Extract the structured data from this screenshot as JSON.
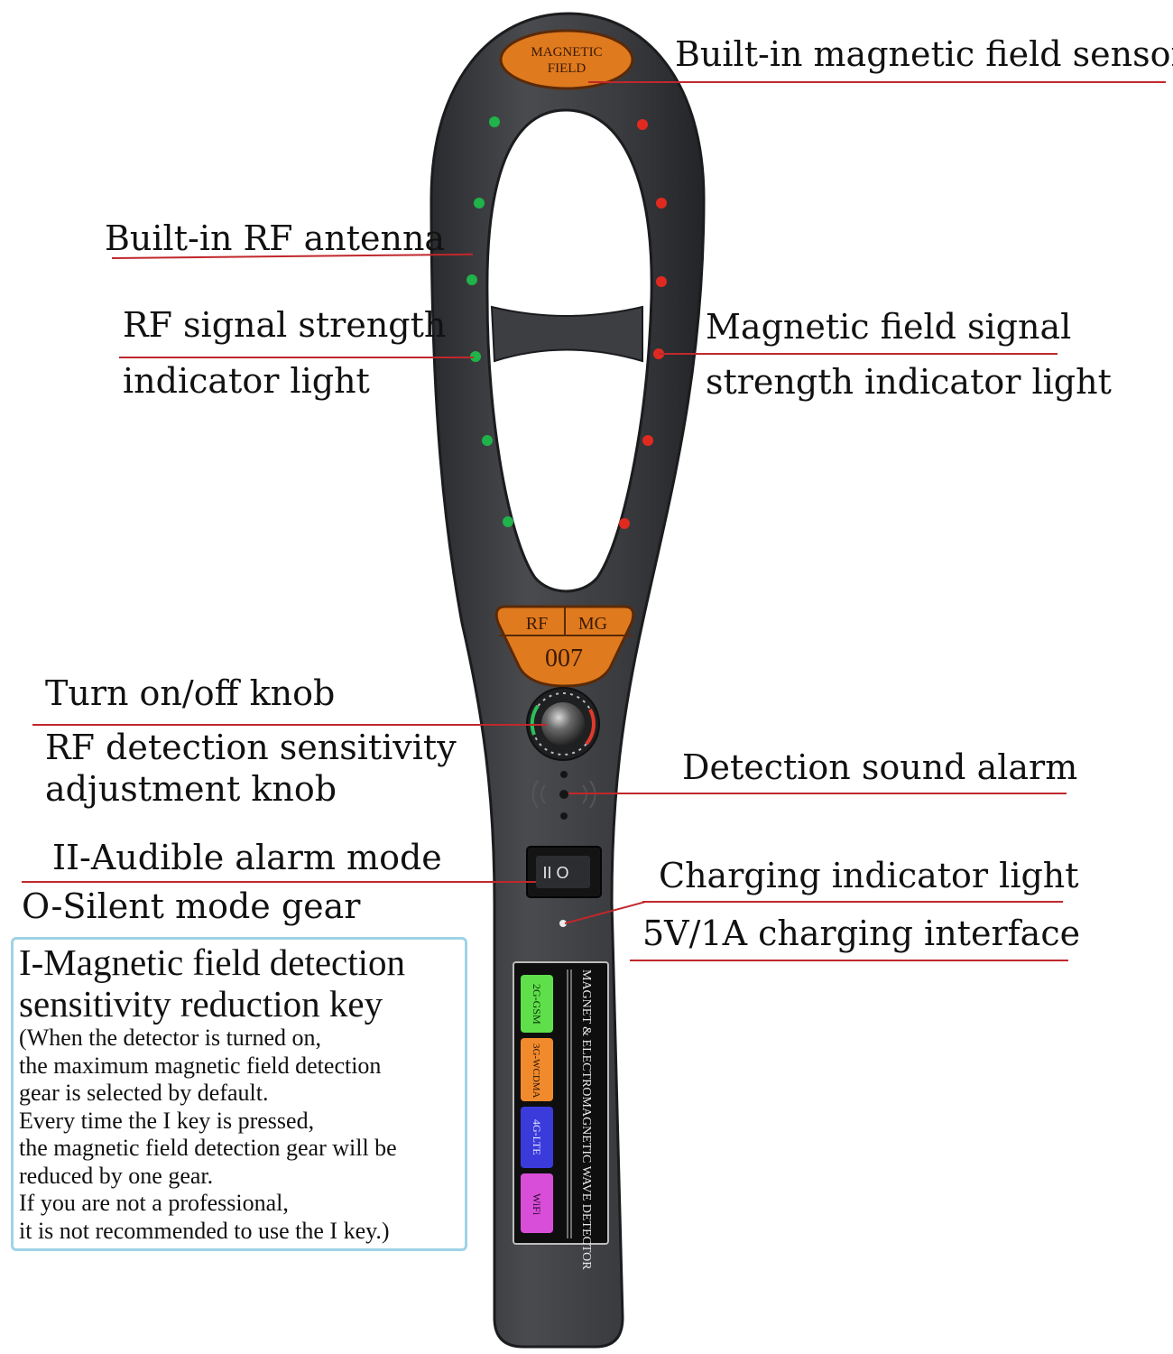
{
  "device": {
    "top_badge": [
      "MAGNETIC",
      "FIELD"
    ],
    "mode_badge": {
      "left": "RF",
      "right": "MG",
      "model": "007"
    },
    "switch_marks": "II O",
    "panel_title": "MAGNET & ELECTROMAGNETIC WAVE DETECTOR",
    "bands": [
      {
        "label": "2G-GSM",
        "color": "#5fe04a"
      },
      {
        "label": "3G-WCDMA",
        "color": "#f08a2c"
      },
      {
        "label": "4G-LTE",
        "color": "#3b3bdc"
      },
      {
        "label": "WiFi",
        "color": "#d84ed8"
      }
    ],
    "body_color": "#3b3c3f",
    "badge_color": "#e07a1e",
    "rf_led_color": "#1fb34a",
    "mg_led_color": "#e02a20"
  },
  "callouts": {
    "magnetic_sensor": "Built-in magnetic field sensor",
    "rf_antenna": "Built-in RF antenna",
    "rf_strength_1": "RF signal strength",
    "rf_strength_2": "indicator light",
    "mg_strength_1": "Magnetic field signal",
    "mg_strength_2": "strength indicator light",
    "power_knob": "Turn on/off knob",
    "sensitivity_1": "RF detection sensitivity",
    "sensitivity_2": "adjustment knob",
    "sound_alarm": "Detection sound alarm",
    "audible_mode": "II-Audible alarm mode",
    "silent_mode": "O-Silent mode gear",
    "charging_light": "Charging indicator light",
    "charging_port": "5V/1A charging interface"
  },
  "note": {
    "title_1": "I-Magnetic field detection",
    "title_2": "sensitivity reduction key",
    "lines": [
      "(When the detector is turned on,",
      "the maximum magnetic field detection",
      "gear is selected by default.",
      "Every time the I key is pressed,",
      "the magnetic field detection gear will be",
      "reduced by one gear.",
      "If you are not a professional,",
      "it is not recommended to use the I key.)"
    ]
  }
}
